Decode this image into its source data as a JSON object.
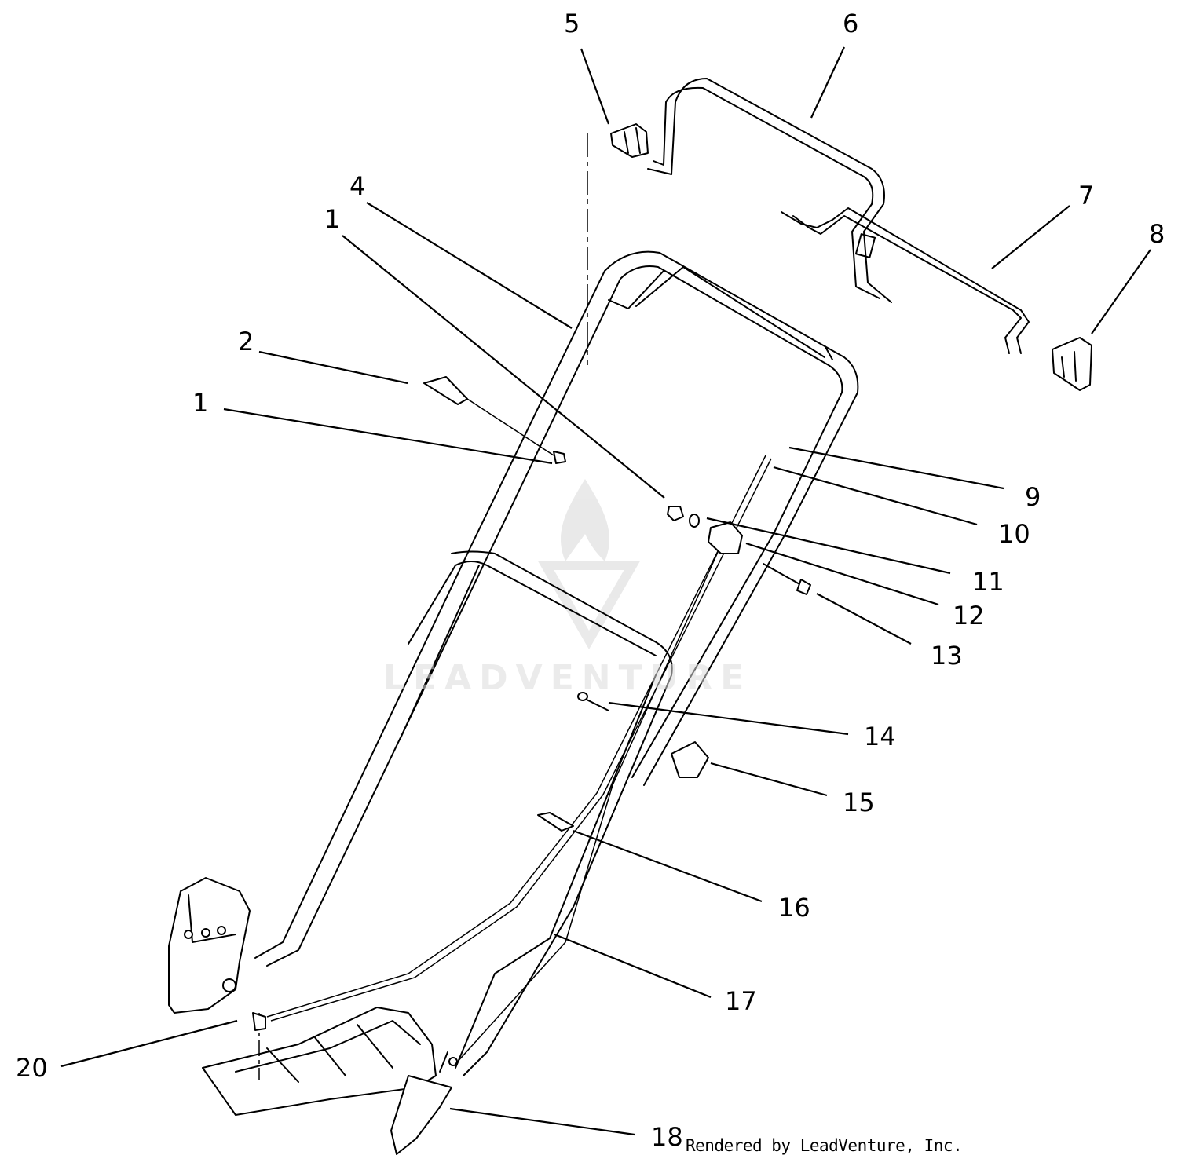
{
  "diagram": {
    "callouts": [
      {
        "id": "c5",
        "text": "5"
      },
      {
        "id": "c6",
        "text": "6"
      },
      {
        "id": "c4",
        "text": "4"
      },
      {
        "id": "c1a",
        "text": "1"
      },
      {
        "id": "c7",
        "text": "7"
      },
      {
        "id": "c8",
        "text": "8"
      },
      {
        "id": "c2",
        "text": "2"
      },
      {
        "id": "c1b",
        "text": "1"
      },
      {
        "id": "c9",
        "text": "9"
      },
      {
        "id": "c10",
        "text": "10"
      },
      {
        "id": "c11",
        "text": "11"
      },
      {
        "id": "c12",
        "text": "12"
      },
      {
        "id": "c13",
        "text": "13"
      },
      {
        "id": "c14",
        "text": "14"
      },
      {
        "id": "c15",
        "text": "15"
      },
      {
        "id": "c16",
        "text": "16"
      },
      {
        "id": "c17",
        "text": "17"
      },
      {
        "id": "c20",
        "text": "20"
      },
      {
        "id": "c18",
        "text": "18"
      }
    ],
    "credit": "Rendered by LeadVenture, Inc.",
    "watermark": "LEADVENTURE",
    "colors": {
      "line": "#000000",
      "background": "#ffffff",
      "watermark": "#dcdcdc"
    }
  }
}
